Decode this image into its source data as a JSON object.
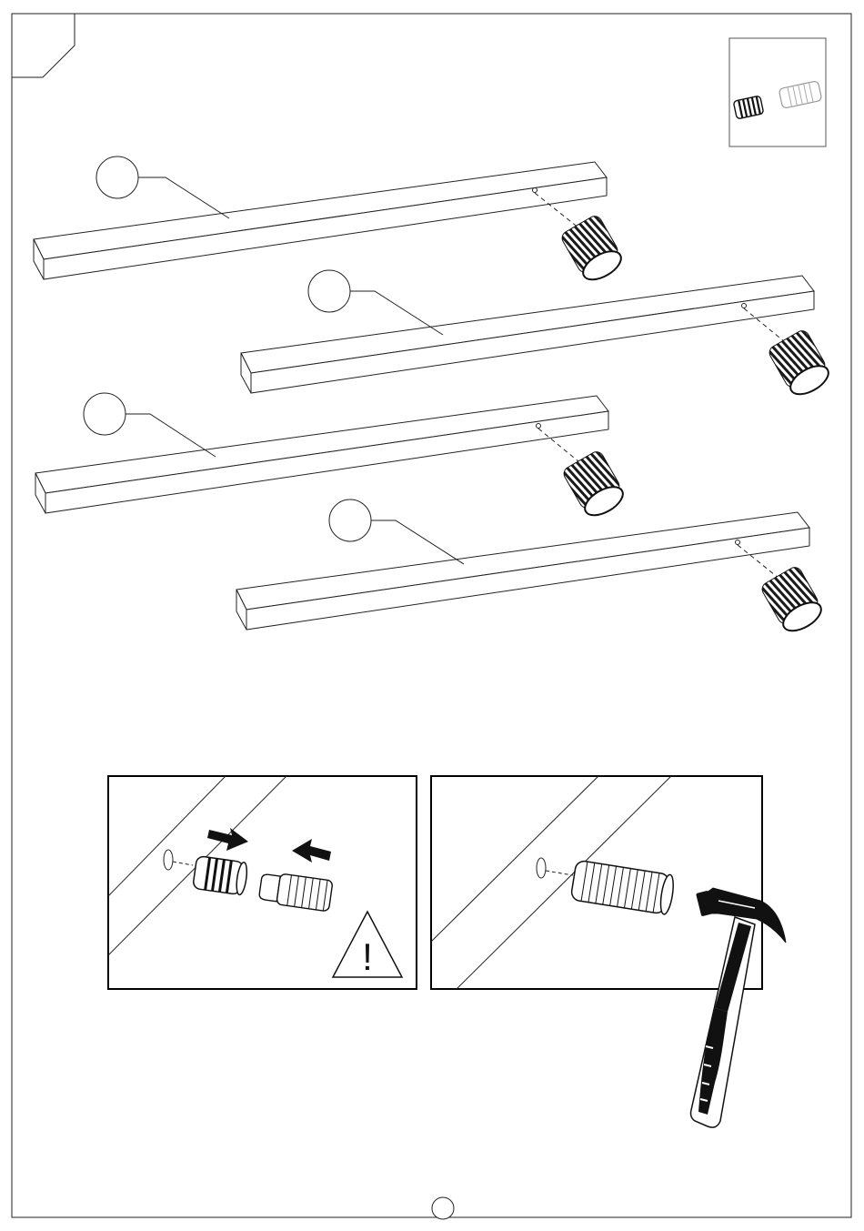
{
  "page": {
    "step_number": "",
    "page_number": "",
    "callouts": [
      "",
      "",
      "",
      ""
    ]
  },
  "parts_box": {
    "items": [
      "dowel-sleeve",
      "threaded-insert"
    ]
  },
  "detail_left": {
    "warning": "!",
    "arrows": [
      "push-in-arrow",
      "push-in-arrow"
    ]
  },
  "detail_right": {
    "tool": "hammer-icon"
  },
  "colors": {
    "ink": "#1a1a1a",
    "paper": "#ffffff",
    "panel_border": "#000000"
  }
}
